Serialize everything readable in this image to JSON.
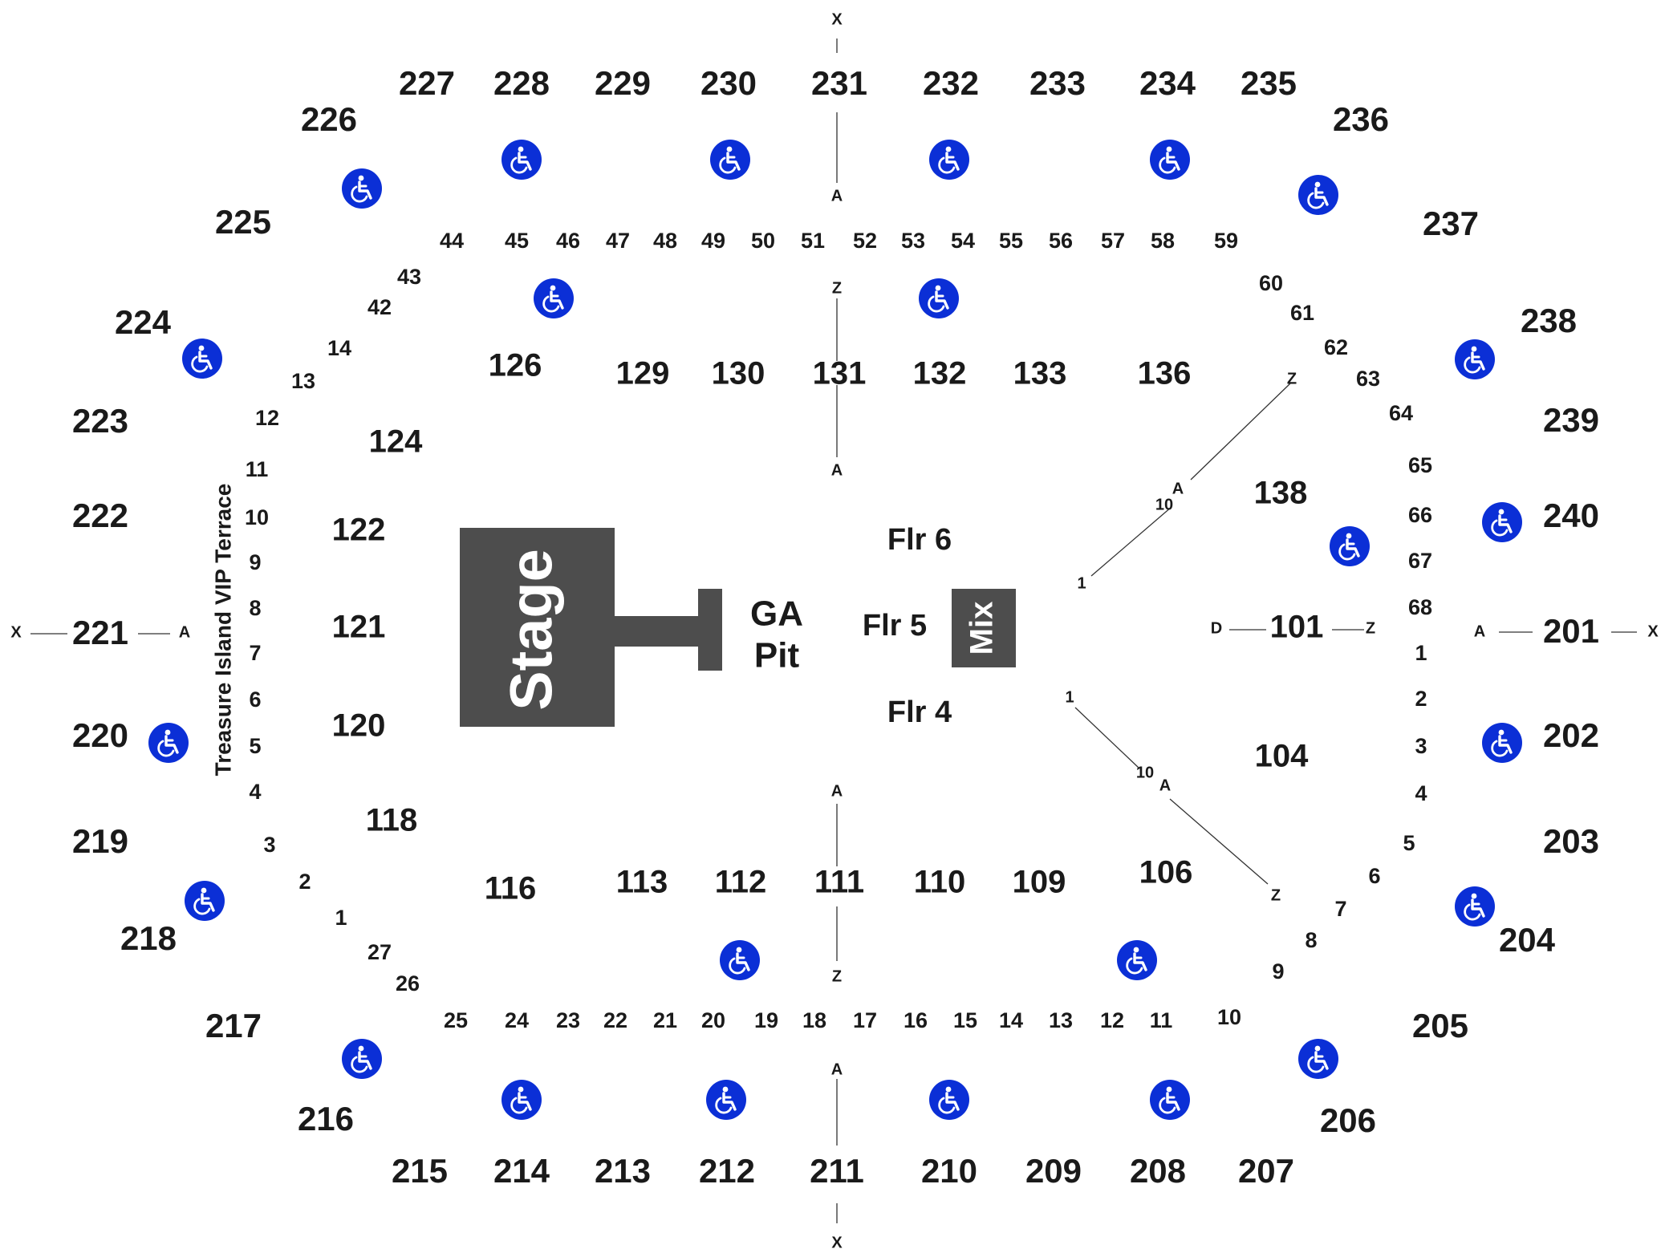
{
  "stage": {
    "label": "Stage"
  },
  "ga_pit": {
    "line1": "GA",
    "line2": "Pit"
  },
  "mix": {
    "label": "Mix"
  },
  "floors": {
    "flr6": "Flr 6",
    "flr5": "Flr 5",
    "flr4": "Flr 4"
  },
  "terrace": {
    "label": "Treasure Island VIP Terrace"
  },
  "sections": {
    "upper": [
      "201",
      "202",
      "203",
      "204",
      "205",
      "206",
      "207",
      "208",
      "209",
      "210",
      "211",
      "212",
      "213",
      "214",
      "215",
      "216",
      "217",
      "218",
      "219",
      "220",
      "221",
      "222",
      "223",
      "224",
      "225",
      "226",
      "227",
      "228",
      "229",
      "230",
      "231",
      "232",
      "233",
      "234",
      "235",
      "236",
      "237",
      "238",
      "239",
      "240"
    ],
    "lower": [
      "101",
      "104",
      "106",
      "109",
      "110",
      "111",
      "112",
      "113",
      "116",
      "118",
      "120",
      "121",
      "122",
      "124",
      "126",
      "129",
      "130",
      "131",
      "132",
      "133",
      "136",
      "138"
    ]
  },
  "row_numbers": {
    "top_arc": [
      "44",
      "45",
      "46",
      "47",
      "48",
      "49",
      "50",
      "51",
      "52",
      "53",
      "54",
      "55",
      "56",
      "57",
      "58",
      "59",
      "60",
      "61",
      "62",
      "63",
      "64",
      "65",
      "66",
      "67",
      "68"
    ],
    "top_left": [
      "43",
      "42",
      "14",
      "13",
      "12",
      "11",
      "10",
      "9",
      "8",
      "7",
      "6",
      "5",
      "4",
      "3",
      "2",
      "1",
      "27",
      "26"
    ],
    "bottom_arc": [
      "25",
      "24",
      "23",
      "22",
      "21",
      "20",
      "19",
      "18",
      "17",
      "16",
      "15",
      "14",
      "13",
      "12",
      "11",
      "10",
      "9",
      "8",
      "7",
      "6",
      "5",
      "4",
      "3",
      "2",
      "1"
    ],
    "mix_rows": [
      "1",
      "10",
      "1",
      "10"
    ]
  },
  "row_letters": {
    "x": "X",
    "a": "A",
    "z": "Z",
    "d": "D"
  },
  "accessibility": {
    "icon": "wheelchair-icon",
    "color": "#0b2fd6"
  },
  "colors": {
    "stage": "#4d4d4d",
    "accessible": "#0b2fd6",
    "text": "#1a1a1a",
    "background": "#ffffff"
  }
}
